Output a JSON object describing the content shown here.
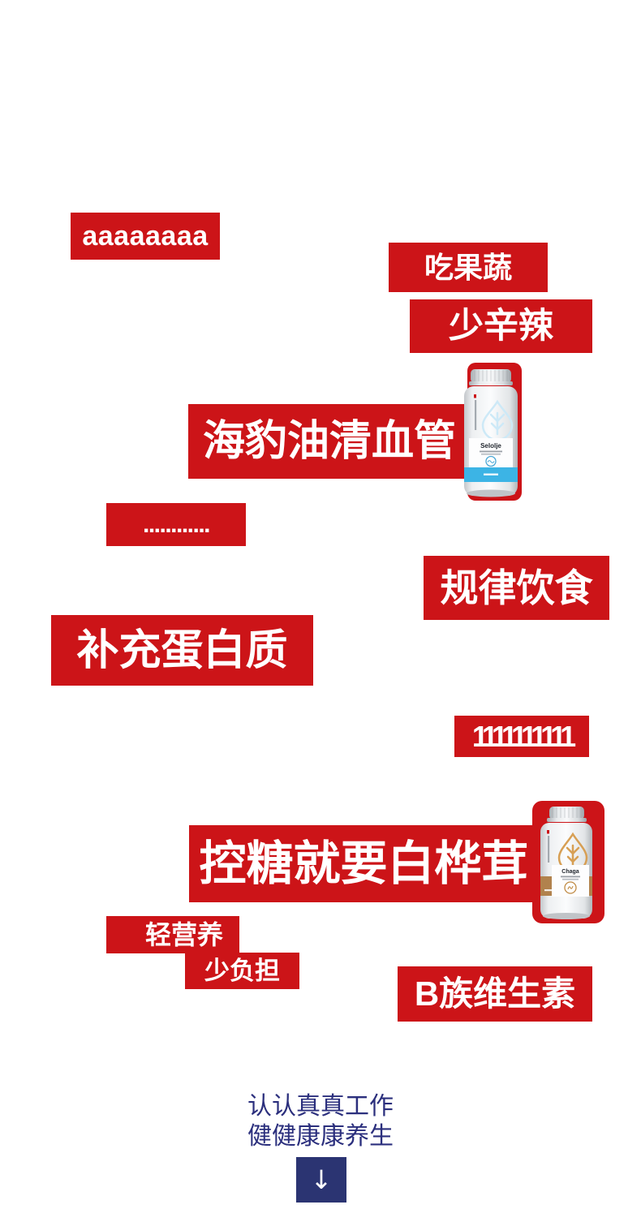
{
  "colors": {
    "accent_red": "#cc1418",
    "accent_navy": "#2b3472",
    "slogan_navy": "#2b2f7d",
    "selolje_band_blue": "#3cb4e5",
    "chaga_band_tan": "#b1824d",
    "watermark_blue": "#cde9f7",
    "watermark_gold": "#d79f54"
  },
  "labels": {
    "aaaa": "aaaaaaaa",
    "fruit": "吃果蔬",
    "spicy": "少辛辣",
    "seal_oil": "海豹油清血管",
    "dots": "............",
    "regular_diet": "规律饮食",
    "protein": "补充蛋白质",
    "ones": "1111111111",
    "chaga_sugar": "控糖就要白桦茸",
    "light_nutrition": "轻营养",
    "less_burden": "少负担",
    "vitamin_b": "B族维生素"
  },
  "products": {
    "selolje": {
      "title": "Selolje"
    },
    "chaga": {
      "title": "Chaga"
    }
  },
  "slogan": {
    "line1": "认认真真工作",
    "line2": "健健康康养生"
  },
  "scroll_arrow": "↓"
}
